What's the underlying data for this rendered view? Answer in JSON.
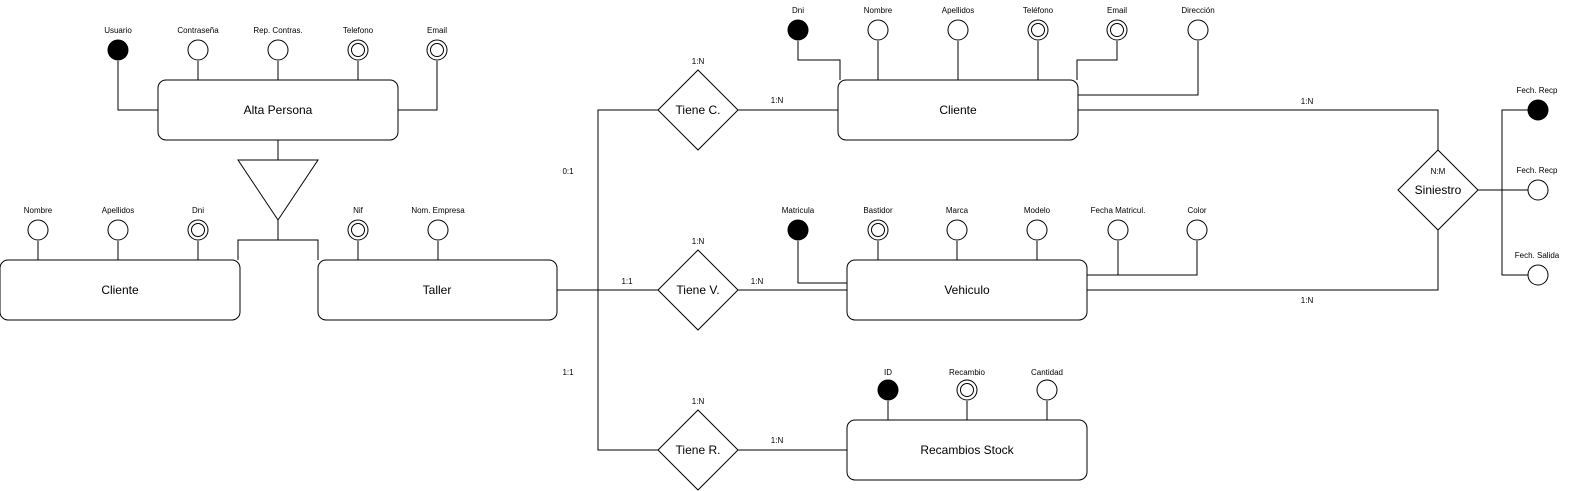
{
  "colors": {
    "stroke": "#000000",
    "fill": "#ffffff",
    "key_fill": "#000000"
  },
  "entities": {
    "alta_persona": "Alta Persona",
    "cliente_left": "Cliente",
    "taller": "Taller",
    "cliente_right": "Cliente",
    "vehiculo": "Vehiculo",
    "recambios": "Recambios Stock"
  },
  "relationships": {
    "tiene_c": "Tiene C.",
    "tiene_v": "Tiene V.",
    "tiene_r": "Tiene R.",
    "siniestro": "Siniestro"
  },
  "attributes": {
    "alta_persona": [
      "Usuario",
      "Contraseña",
      "Rep. Contras.",
      "Telefono",
      "Email"
    ],
    "cliente_left": [
      "Nombre",
      "Apellidos",
      "Dni"
    ],
    "taller": [
      "Nif",
      "Nom. Empresa"
    ],
    "cliente_right": [
      "Dni",
      "Nombre",
      "Apellidos",
      "Teléfono",
      "Email",
      "Dirección"
    ],
    "vehiculo": [
      "Matricula",
      "Bastidor",
      "Marca",
      "Modelo",
      "Fecha Matricul.",
      "Color"
    ],
    "recambios": [
      "ID",
      "Recambio",
      "Cantidad"
    ],
    "siniestro": [
      "Fech. Recp",
      "Fech. Recp",
      "Fech. Salida"
    ]
  },
  "cardinalities": {
    "tiene_c_top": "1:N",
    "tiene_c_right": "1:N",
    "tiene_v_top": "1:N",
    "tiene_v_left": "1:1",
    "tiene_v_right": "1:N",
    "tiene_r_top": "1:N",
    "tiene_r_right": "1:N",
    "taller_upper": "0:1",
    "taller_lower": "1:1",
    "siniestro_top": "1:N",
    "siniestro_bottom": "1:N",
    "siniestro_inner": "N:M"
  }
}
